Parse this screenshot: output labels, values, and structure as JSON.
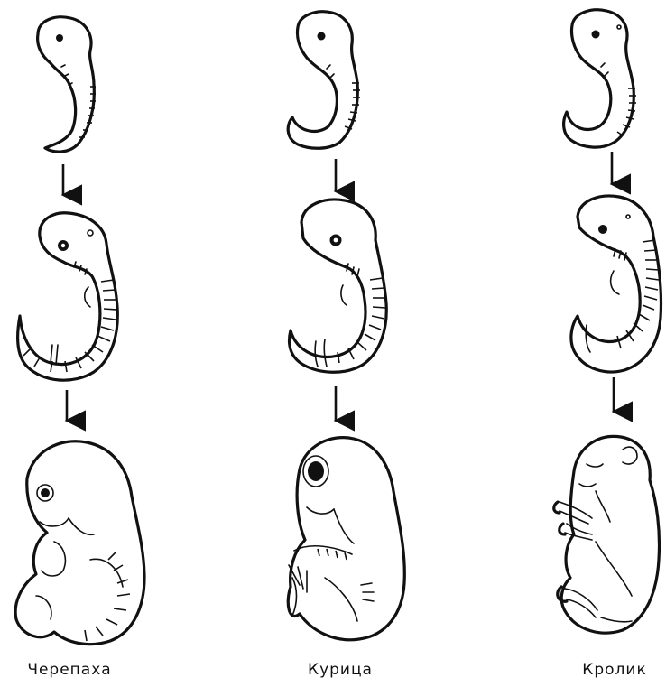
{
  "columns": [
    {
      "label": "Черепаха"
    },
    {
      "label": "Курица"
    },
    {
      "label": "Кролик"
    }
  ]
}
